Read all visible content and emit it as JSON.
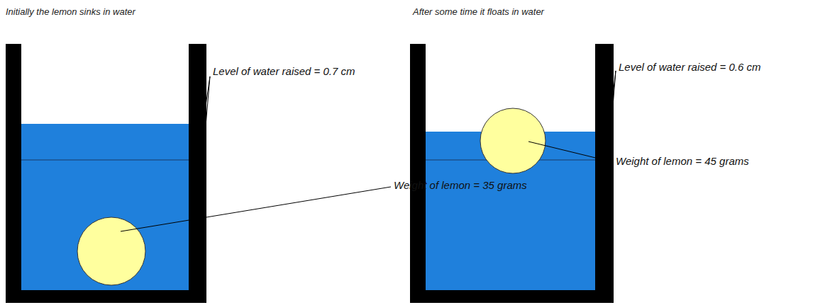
{
  "diagram": {
    "labels": [
      "Initially the lemon sinks in water",
      "Level of water raised = 0.7 cm",
      "Weight of lemon = 35 grams",
      "After some time it floats in water",
      "Level of water raised = 0.6 cm",
      "Weight of lemon = 45 grams"
    ]
  }
}
